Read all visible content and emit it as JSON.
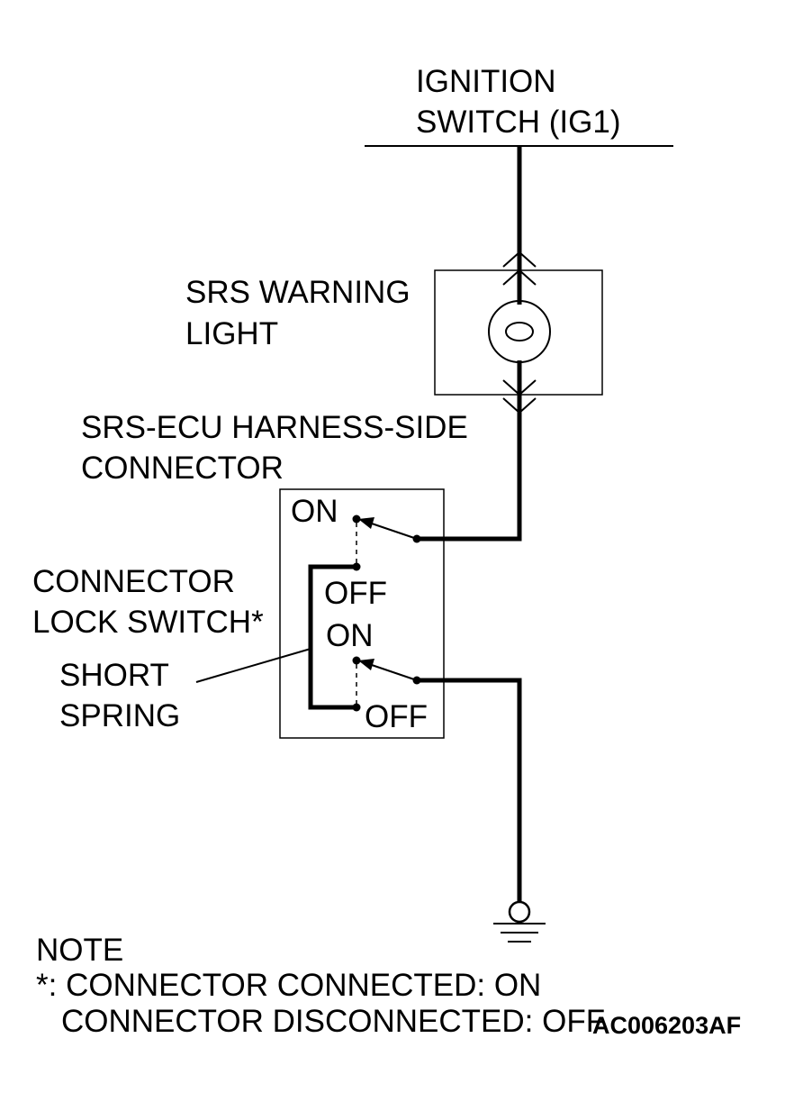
{
  "labels": {
    "ignition_line1": "IGNITION",
    "ignition_line2": "SWITCH (IG1)",
    "warning_line1": "SRS WARNING",
    "warning_line2": "LIGHT",
    "ecu_line1": "SRS-ECU HARNESS-SIDE",
    "ecu_line2": "CONNECTOR",
    "lock_line1": "CONNECTOR",
    "lock_line2": "LOCK SWITCH*",
    "spring_line1": "SHORT",
    "spring_line2": "SPRING",
    "switch1_on": "ON",
    "switch1_off": "OFF",
    "switch2_on": "ON",
    "switch2_off": "OFF"
  },
  "note": {
    "heading": "NOTE",
    "line1": "*: CONNECTOR CONNECTED: ON",
    "line2": "CONNECTOR DISCONNECTED: OFF"
  },
  "figure_code": "AC006203AF"
}
